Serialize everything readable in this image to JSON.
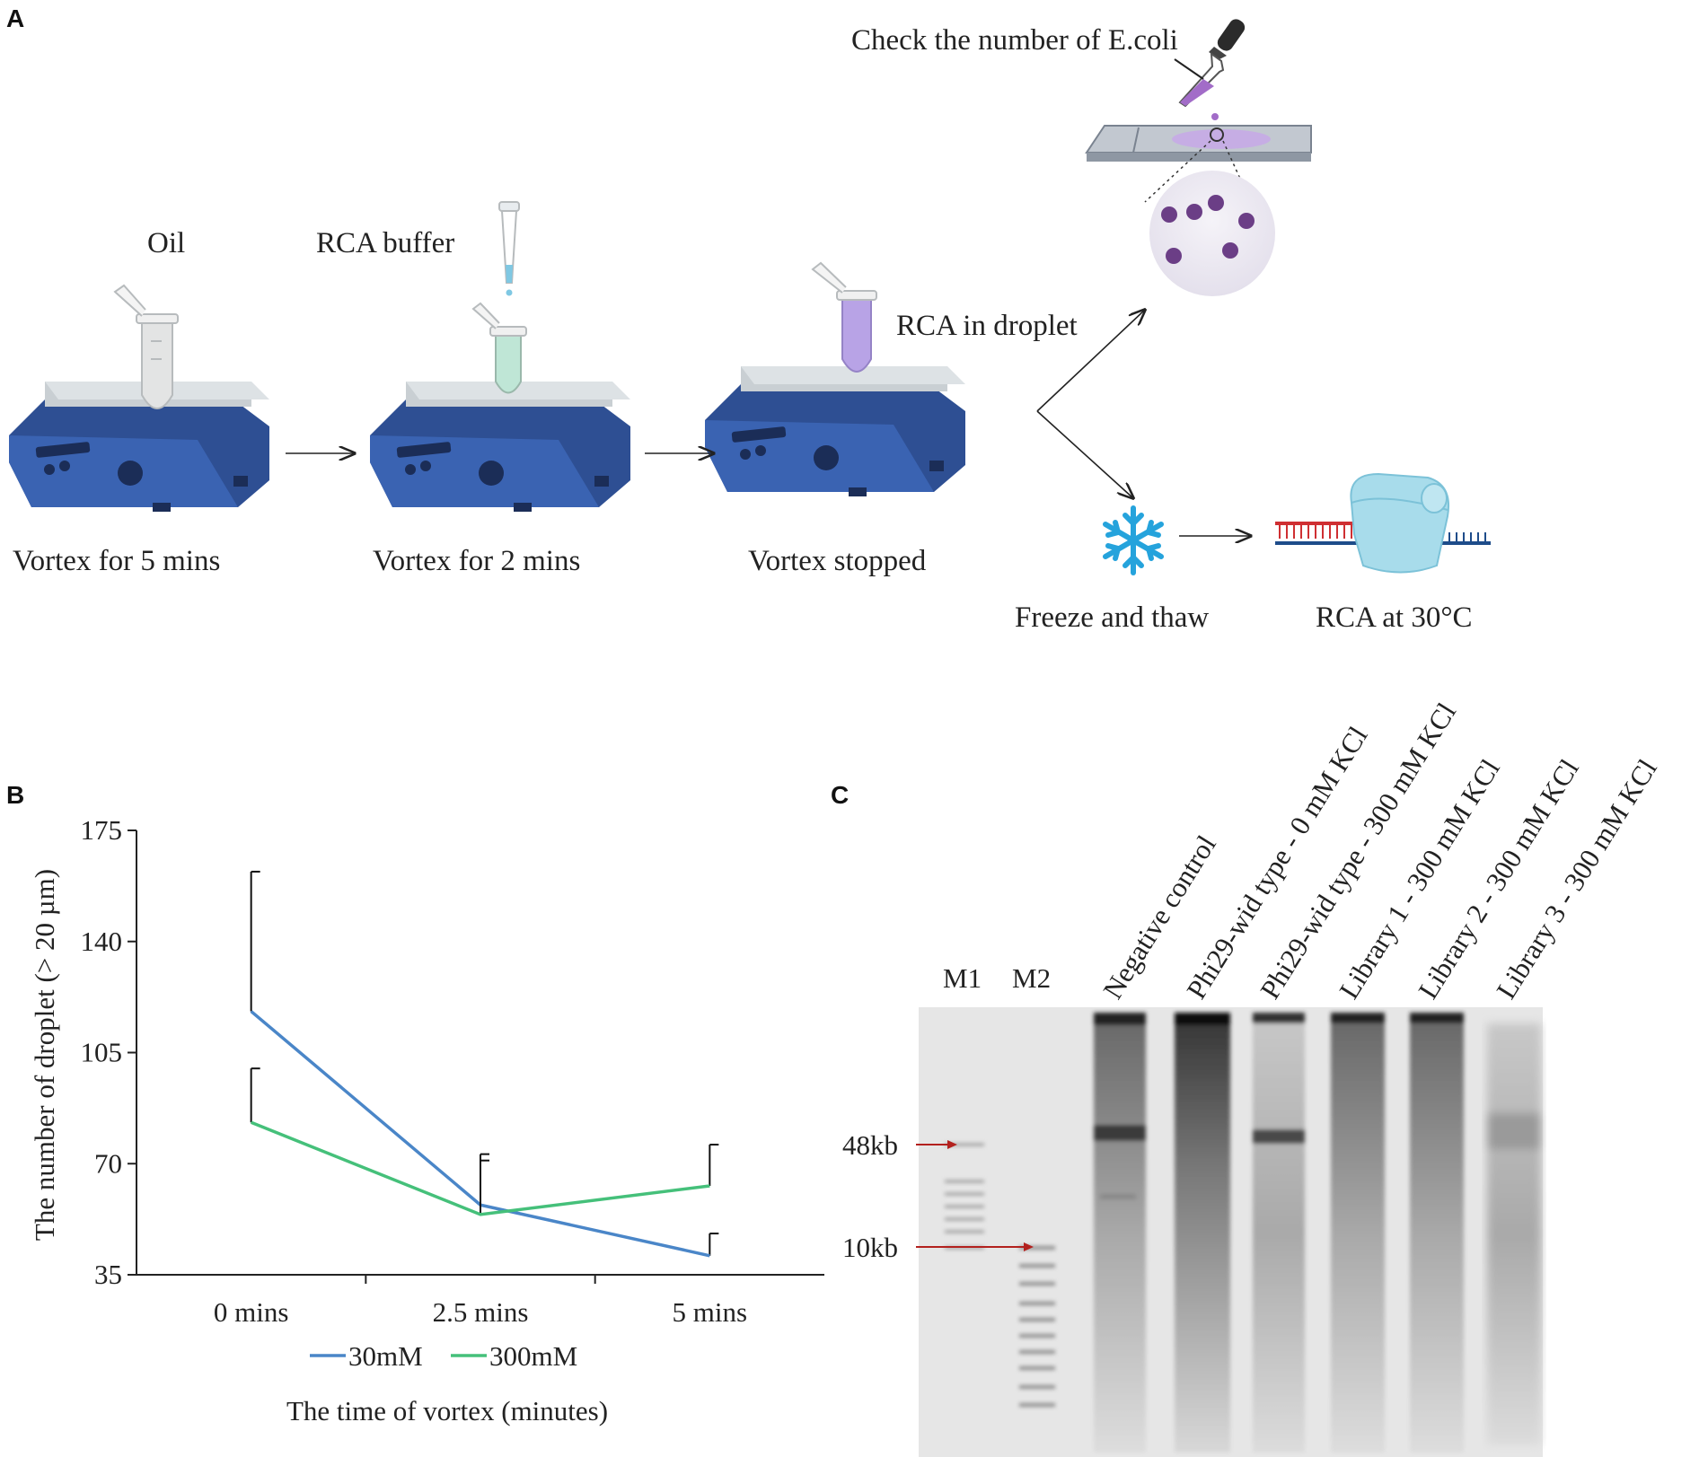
{
  "panels": {
    "a": "A",
    "b": "B",
    "c": "C"
  },
  "workflow": {
    "oil": "Oil",
    "rca_buffer": "RCA buffer",
    "check_ecoli": "Check the number of E.coli",
    "rca_in_droplet": "RCA in droplet",
    "step1": "Vortex for 5 mins",
    "step2": "Vortex for 2 mins",
    "step3": "Vortex stopped",
    "freeze": "Freeze and thaw",
    "rca30": "RCA at 30°C"
  },
  "colors": {
    "series_30mM": "#4a86c8",
    "series_300mM": "#45c07a",
    "vortex_body": "#2e4f93",
    "tube_oil": "#e3e4e4",
    "tube_buffer": "#bfe6d6",
    "tube_droplet": "#b8a3e6",
    "snowflake": "#25a3dc",
    "arrow_red": "#b3211e"
  },
  "chart_data": {
    "type": "line",
    "categories": [
      "0 mins",
      "2.5 mins",
      "5 mins"
    ],
    "series": [
      {
        "name": "30mM",
        "values": [
          118,
          57,
          41
        ],
        "error": [
          44,
          16,
          7
        ]
      },
      {
        "name": "300mM",
        "values": [
          83,
          54,
          63
        ],
        "error": [
          17,
          17,
          13
        ]
      }
    ],
    "xlabel": "The time of vortex (minutes)",
    "ylabel": "The number of droplet (> 20 µm)",
    "ylim": [
      35,
      175
    ],
    "yticks": [
      "35",
      "70",
      "105",
      "140",
      "175"
    ],
    "legend_position": "bottom"
  },
  "gel": {
    "lanes": [
      "M1",
      "M2",
      "Negative control",
      "Phi29-wid type - 0 mM KCl",
      "Phi29-wid type - 300 mM KCl",
      "Library 1 - 300 mM KCl",
      "Library 2 - 300 mM KCl",
      "Library 3 - 300 mM KCl"
    ],
    "markers": [
      "48kb",
      "10kb"
    ]
  }
}
